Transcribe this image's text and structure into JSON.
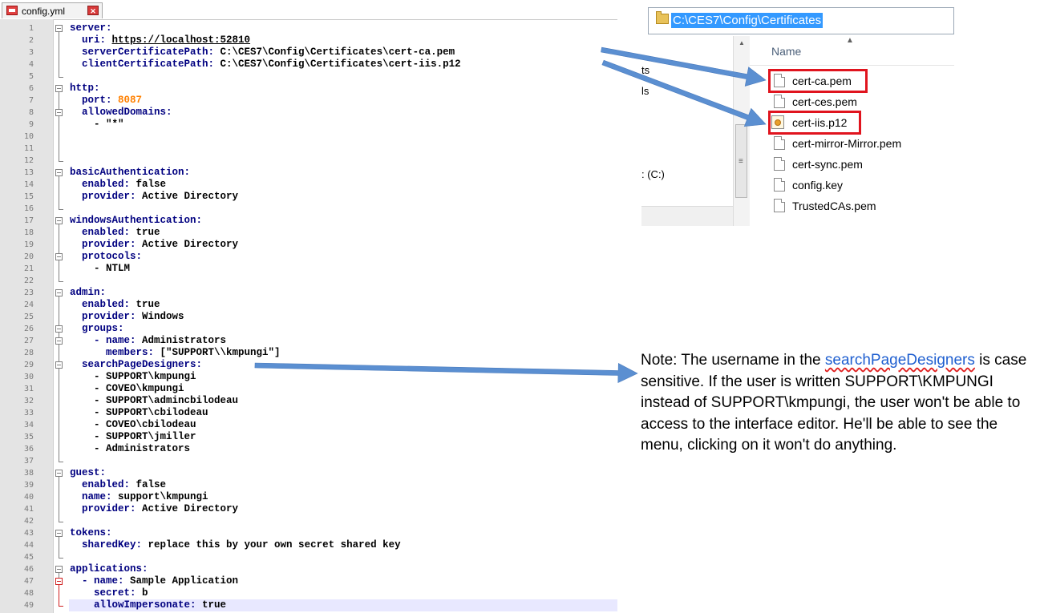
{
  "editor": {
    "tab_label": "config.yml",
    "current_line": 49,
    "lines": [
      [
        {
          "t": "server:",
          "c": "k"
        }
      ],
      [
        {
          "t": "  uri: ",
          "c": "k"
        },
        {
          "t": "https://localhost:52810",
          "c": "url"
        }
      ],
      [
        {
          "t": "  serverCertificatePath: ",
          "c": "k"
        },
        {
          "t": "C:\\CES7\\Config\\Certificates\\cert-ca.pem",
          "c": "v"
        }
      ],
      [
        {
          "t": "  clientCertificatePath: ",
          "c": "k"
        },
        {
          "t": "C:\\CES7\\Config\\Certificates\\cert-iis.p12",
          "c": "v"
        }
      ],
      [],
      [
        {
          "t": "http:",
          "c": "k"
        }
      ],
      [
        {
          "t": "  port: ",
          "c": "k"
        },
        {
          "t": "8087",
          "c": "num"
        }
      ],
      [
        {
          "t": "  allowedDomains:",
          "c": "k"
        }
      ],
      [
        {
          "t": "    - \"*\"",
          "c": "v"
        }
      ],
      [],
      [],
      [],
      [
        {
          "t": "basicAuthentication:",
          "c": "k"
        }
      ],
      [
        {
          "t": "  enabled: ",
          "c": "k"
        },
        {
          "t": "false",
          "c": "v"
        }
      ],
      [
        {
          "t": "  provider: ",
          "c": "k"
        },
        {
          "t": "Active Directory",
          "c": "v"
        }
      ],
      [],
      [
        {
          "t": "windowsAuthentication:",
          "c": "k"
        }
      ],
      [
        {
          "t": "  enabled: ",
          "c": "k"
        },
        {
          "t": "true",
          "c": "v"
        }
      ],
      [
        {
          "t": "  provider: ",
          "c": "k"
        },
        {
          "t": "Active Directory",
          "c": "v"
        }
      ],
      [
        {
          "t": "  protocols:",
          "c": "k"
        }
      ],
      [
        {
          "t": "    - NTLM",
          "c": "v"
        }
      ],
      [],
      [
        {
          "t": "admin:",
          "c": "k"
        }
      ],
      [
        {
          "t": "  enabled: ",
          "c": "k"
        },
        {
          "t": "true",
          "c": "v"
        }
      ],
      [
        {
          "t": "  provider: ",
          "c": "k"
        },
        {
          "t": "Windows",
          "c": "v"
        }
      ],
      [
        {
          "t": "  groups:",
          "c": "k"
        }
      ],
      [
        {
          "t": "    - name: ",
          "c": "k"
        },
        {
          "t": "Administrators",
          "c": "v"
        }
      ],
      [
        {
          "t": "      members: ",
          "c": "k"
        },
        {
          "t": "[\"SUPPORT\\\\kmpungi\"]",
          "c": "v"
        }
      ],
      [
        {
          "t": "  searchPageDesigners:",
          "c": "k"
        }
      ],
      [
        {
          "t": "    - SUPPORT\\kmpungi",
          "c": "v"
        }
      ],
      [
        {
          "t": "    - COVEO\\kmpungi",
          "c": "v"
        }
      ],
      [
        {
          "t": "    - SUPPORT\\admincbilodeau",
          "c": "v"
        }
      ],
      [
        {
          "t": "    - SUPPORT\\cbilodeau",
          "c": "v"
        }
      ],
      [
        {
          "t": "    - COVEO\\cbilodeau",
          "c": "v"
        }
      ],
      [
        {
          "t": "    - SUPPORT\\jmiller",
          "c": "v"
        }
      ],
      [
        {
          "t": "    - Administrators",
          "c": "v"
        }
      ],
      [],
      [
        {
          "t": "guest:",
          "c": "k"
        }
      ],
      [
        {
          "t": "  enabled: ",
          "c": "k"
        },
        {
          "t": "false",
          "c": "v"
        }
      ],
      [
        {
          "t": "  name: ",
          "c": "k"
        },
        {
          "t": "support\\kmpungi",
          "c": "v"
        }
      ],
      [
        {
          "t": "  provider: ",
          "c": "k"
        },
        {
          "t": "Active Directory",
          "c": "v"
        }
      ],
      [],
      [
        {
          "t": "tokens:",
          "c": "k"
        }
      ],
      [
        {
          "t": "  sharedKey: ",
          "c": "k"
        },
        {
          "t": "replace this by your own secret shared key",
          "c": "v"
        }
      ],
      [],
      [
        {
          "t": "applications:",
          "c": "k"
        }
      ],
      [
        {
          "t": "  - name: ",
          "c": "k"
        },
        {
          "t": "Sample Application",
          "c": "v"
        }
      ],
      [
        {
          "t": "    secret: ",
          "c": "k"
        },
        {
          "t": "b",
          "c": "v"
        }
      ],
      [
        {
          "t": "    allowImpersonate: ",
          "c": "k"
        },
        {
          "t": "true",
          "c": "v"
        }
      ]
    ]
  },
  "explorer": {
    "address_path": "C:\\CES7\\Config\\Certificates",
    "column_header": "Name",
    "nav_fragments": [
      "ts",
      "ls",
      ": (C:)"
    ],
    "files": [
      {
        "name": "cert-ca.pem",
        "icon": "document-icon"
      },
      {
        "name": "cert-ces.pem",
        "icon": "document-icon"
      },
      {
        "name": "cert-iis.p12",
        "icon": "certificate-icon"
      },
      {
        "name": "cert-mirror-Mirror.pem",
        "icon": "document-icon"
      },
      {
        "name": "cert-sync.pem",
        "icon": "document-icon"
      },
      {
        "name": "config.key",
        "icon": "document-icon"
      },
      {
        "name": "TrustedCAs.pem",
        "icon": "document-icon"
      }
    ]
  },
  "note": {
    "prefix": "Note: The username in the ",
    "link": "searchPageDesigners",
    "suffix": " is case sensitive. If the user is written SUPPORT\\KMPUNGI instead of SUPPORT\\kmpungi, the user won't be able to access to the interface editor. He'll be able to see the menu, clicking on it won't do anything."
  },
  "colors": {
    "arrow": "#5b8fd1",
    "highlight": "#e0141e",
    "key": "#000080",
    "number": "#ff8000",
    "link": "#1f5fd0"
  }
}
